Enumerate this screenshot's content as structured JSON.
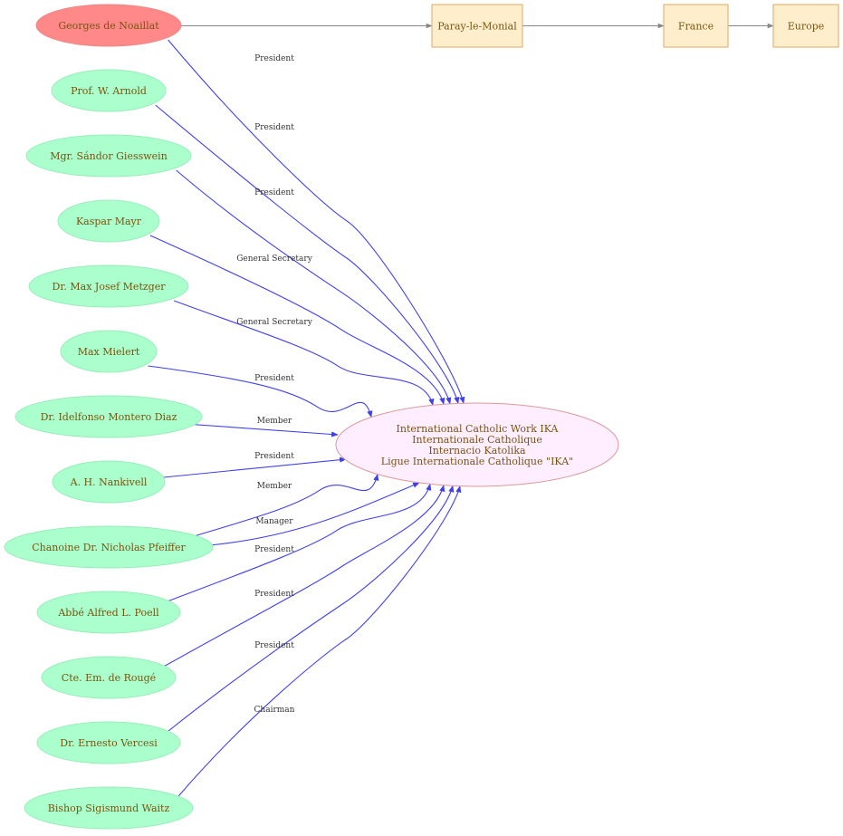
{
  "colors": {
    "person_fill": "#aaffcc",
    "person_stroke": "#99eebb",
    "highlight_fill": "#ff8888",
    "highlight_stroke": "#ee8888",
    "org_fill": "#ffeeff",
    "org_stroke": "#dd9999",
    "place_fill": "#ffeecc",
    "place_stroke": "#ddaa66",
    "edge_role": "#4040ee",
    "edge_place": "#888888",
    "text": "#7a5410"
  },
  "organization": {
    "lines": [
      "International Catholic Work IKA",
      "Internationale Catholique",
      "Internacio Katolika",
      "Ligue Internationale Catholique \"IKA\""
    ]
  },
  "places": [
    {
      "label": "Paray-le-Monial"
    },
    {
      "label": "France"
    },
    {
      "label": "Europe"
    }
  ],
  "people": [
    {
      "name": "Georges  de Noaillat",
      "role": "President",
      "highlight": true
    },
    {
      "name": "Prof. W. Arnold",
      "role": "President"
    },
    {
      "name": "Mgr. Sándor Giesswein",
      "role": "President"
    },
    {
      "name": "Kaspar Mayr",
      "role": "General Secretary"
    },
    {
      "name": "Dr. Max Josef Metzger",
      "role": "General Secretary"
    },
    {
      "name": "Max Mielert",
      "role": "President"
    },
    {
      "name": "Dr. Idelfonso Montero Diaz",
      "role": "Member"
    },
    {
      "name": "A. H. Nankivell",
      "role": "President"
    },
    {
      "name": "Chanoine Dr. Nicholas Pfeiffer",
      "role": "Member",
      "role2": "Manager"
    },
    {
      "name": "Abbé Alfred L. Poell",
      "role": "President"
    },
    {
      "name": "Cte. Em. de Rougé",
      "role": "President"
    },
    {
      "name": "Dr.  Ernesto Vercesi",
      "role": "President"
    },
    {
      "name": "Bishop Sigismund Waitz",
      "role": "Chairman"
    }
  ]
}
